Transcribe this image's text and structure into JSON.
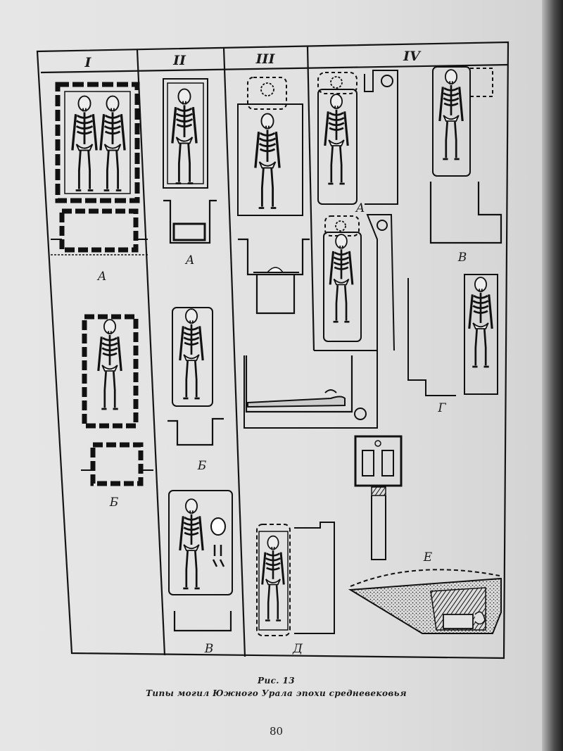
{
  "figure": {
    "columns": [
      "I",
      "II",
      "III",
      "IV"
    ],
    "labels": {
      "c1_a": "А",
      "c1_b": "Б",
      "c2_a": "А",
      "c2_b": "Б",
      "c2_v": "В",
      "c3_d": "Д",
      "c4_a": "А",
      "c4_v": "В",
      "c4_g": "Г",
      "c4_e": "Е"
    },
    "caption_title": "Рис. 13",
    "caption_text": "Типы могил Южного Урала эпохи средневековья"
  },
  "page_number": "80"
}
